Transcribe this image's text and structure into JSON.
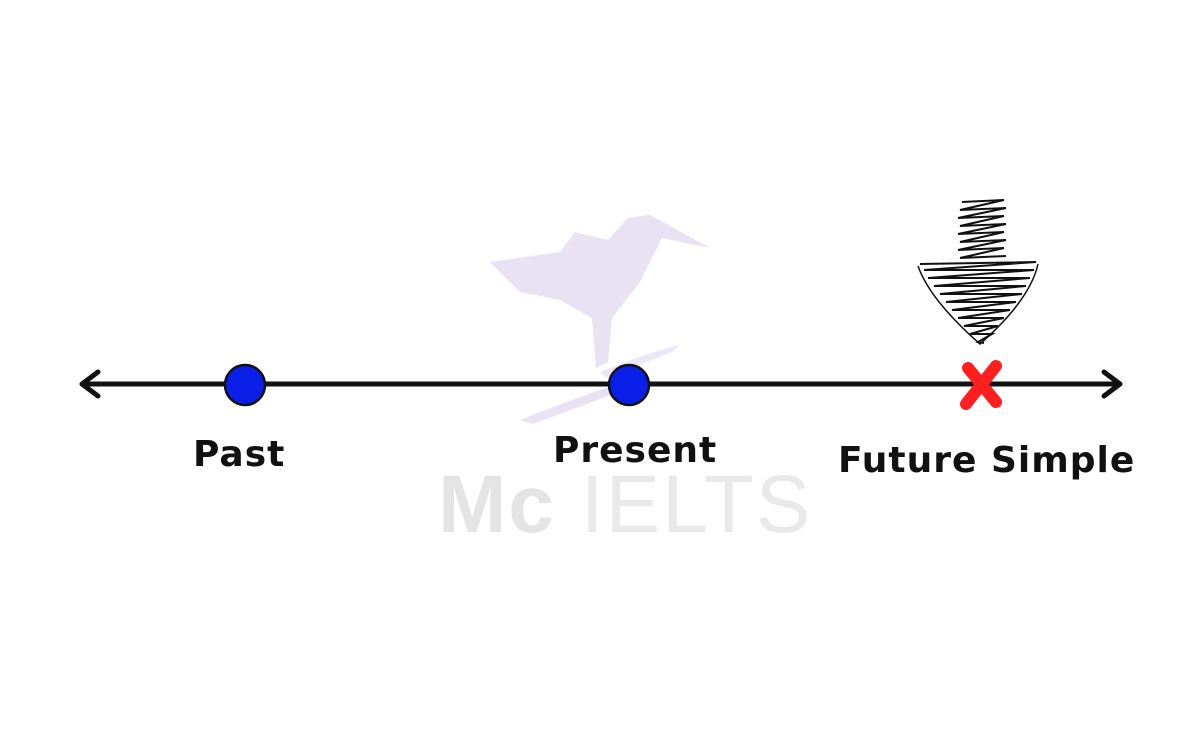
{
  "timeline": {
    "points": [
      {
        "label": "Past",
        "marker": "circle",
        "color": "#0a1fe8"
      },
      {
        "label": "Present",
        "marker": "circle",
        "color": "#0a1fe8"
      },
      {
        "label": "Future Simple",
        "marker": "cross",
        "color": "#ff1f1f"
      }
    ],
    "line_color": "#111111",
    "arrows": "both-ends",
    "pointer": "scribbled-down-arrow-icon"
  },
  "watermark": {
    "brand_bold": "Mc",
    "brand_light": "IELTS",
    "logo": "hummingbird-logo",
    "logo_color": "#e8e2f3"
  }
}
